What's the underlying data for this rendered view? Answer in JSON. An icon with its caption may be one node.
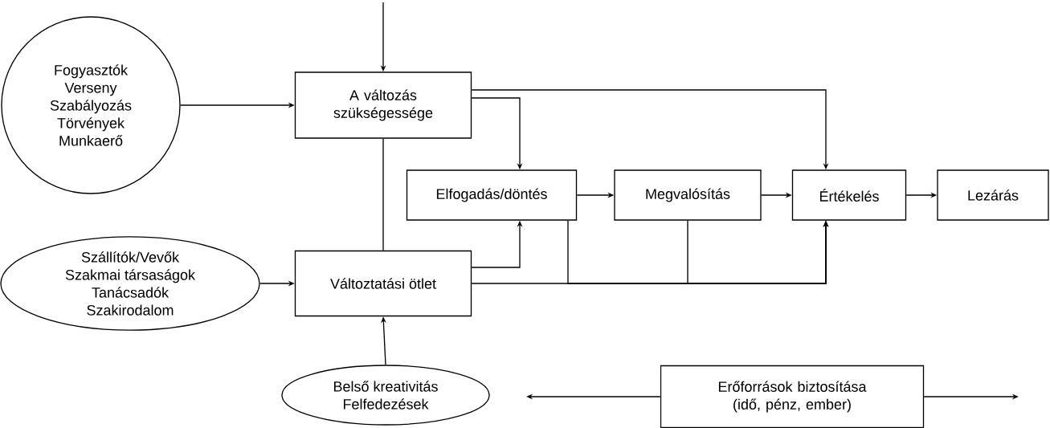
{
  "diagram": {
    "nodes": [
      {
        "text": [
          "Fogyasztók",
          "Verseny",
          "Szabályozás",
          "Törvények",
          "Munkaerő"
        ]
      },
      {
        "text": [
          "A változás szükségessége"
        ]
      },
      {
        "text": [
          "Elfogadás/döntés"
        ]
      },
      {
        "text": [
          "Megvalósítás"
        ]
      },
      {
        "text": [
          "Értékelés"
        ]
      },
      {
        "text": [
          "Lezárás"
        ]
      },
      {
        "text": [
          "Szállítók/Vevők",
          "Szakmai társaságok",
          "Tanácsadók",
          "Szakirodalom"
        ]
      },
      {
        "text": [
          "Változtatási ötlet"
        ]
      },
      {
        "text": [
          "Belső kreativitás",
          "Felfedezések"
        ]
      },
      {
        "text": [
          "Erőforrások biztosítása (idő, pénz, ember)"
        ]
      }
    ],
    "edges": [
      {
        "from": null,
        "to": 1,
        "arrow": "to"
      },
      {
        "from": 0,
        "to": 1,
        "arrow": "to"
      },
      {
        "from": 6,
        "to": 7,
        "arrow": "to"
      },
      {
        "from": 8,
        "to": 7,
        "arrow": "to"
      },
      {
        "from": 1,
        "to": 7,
        "arrow": "none"
      },
      {
        "from": 1,
        "to": 2,
        "arrow": "to"
      },
      {
        "from": 1,
        "to": 4,
        "arrow": "to"
      },
      {
        "from": 7,
        "to": 2,
        "arrow": "to"
      },
      {
        "from": 7,
        "to": 4,
        "arrow": "to"
      },
      {
        "from": 2,
        "to": 4,
        "arrow": "to"
      },
      {
        "from": 3,
        "to": 4,
        "arrow": "to"
      },
      {
        "from": 2,
        "to": 3,
        "arrow": "to"
      },
      {
        "from": 3,
        "to": 4,
        "arrow": "to"
      },
      {
        "from": 4,
        "to": 5,
        "arrow": "to"
      },
      {
        "from": 9,
        "to": null,
        "arrow": "to"
      },
      {
        "from": 9,
        "to": null,
        "arrow": "to"
      }
    ]
  }
}
